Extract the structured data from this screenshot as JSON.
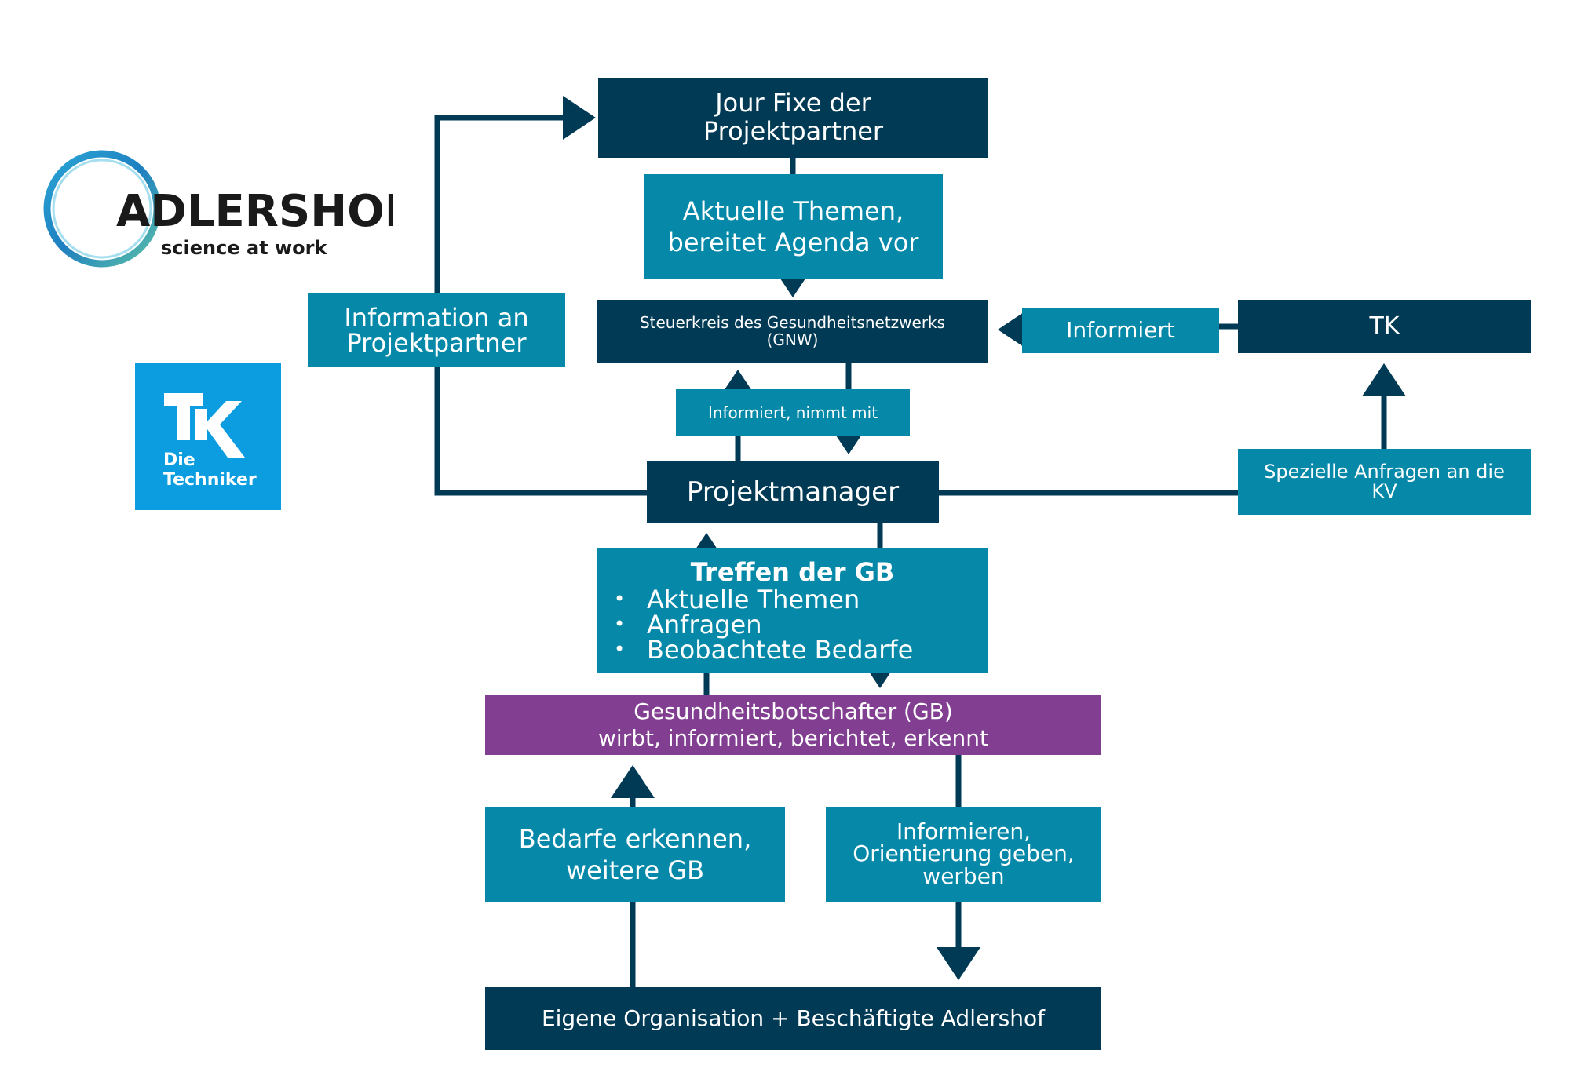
{
  "logos": {
    "adlershof": {
      "name": "ADLERSHOF",
      "tagline": "science at work"
    },
    "tk": {
      "line1": "Die",
      "line2": "Techniker"
    }
  },
  "nodes": {
    "jour_fixe": {
      "line1": "Jour Fixe der",
      "line2": "Projektpartner"
    },
    "aktuelle_themen": {
      "line1": "Aktuelle Themen,",
      "line2": "bereitet Agenda vor"
    },
    "steuerkreis": {
      "line1": "Steuerkreis des Gesundheitsnetzwerks",
      "line2": "(GNW)"
    },
    "information_partner": {
      "line1": "Information an",
      "line2": "Projektpartner"
    },
    "informiert": "Informiert",
    "tk": "TK",
    "informiert_nimmt_mit": "Informiert, nimmt mit",
    "projektmanager": "Projektmanager",
    "spezielle_anfragen": {
      "line1": "Spezielle Anfragen an die",
      "line2": "KV"
    },
    "treffen": {
      "title": "Treffen der GB",
      "items": [
        "Aktuelle Themen",
        "Anfragen",
        "Beobachtete Bedarfe"
      ]
    },
    "gesundheitsbotschafter": {
      "line1": "Gesundheitsbotschafter (GB)",
      "line2": "wirbt, informiert, berichtet, erkennt"
    },
    "bedarfe": {
      "line1": "Bedarfe erkennen,",
      "line2": "weitere GB"
    },
    "informieren": {
      "line1": "Informieren,",
      "line2": "Orientierung geben,",
      "line3": "werben"
    },
    "eigene_org": "Eigene Organisation + Beschäftigte Adlershof"
  },
  "colors": {
    "dark": "#013a55",
    "teal": "#0689a8",
    "purple": "#823f91",
    "tk_blue": "#0b9de0"
  }
}
